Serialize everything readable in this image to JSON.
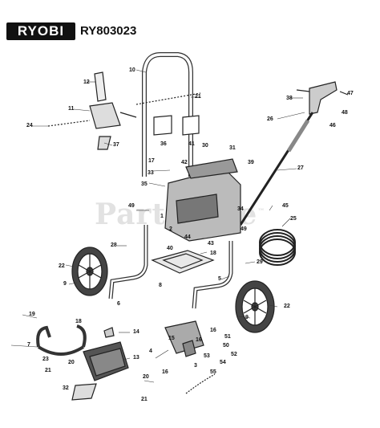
{
  "brand": "RYOBI",
  "model": "RY803023",
  "watermark": "PartsTree",
  "watermark_tm": "™",
  "parts": [
    "1",
    "2",
    "3",
    "4",
    "5",
    "6",
    "7",
    "8",
    "9",
    "10",
    "11",
    "12",
    "13",
    "14",
    "15",
    "16",
    "17",
    "18",
    "19",
    "20",
    "21",
    "22",
    "23",
    "24",
    "25",
    "26",
    "27",
    "28",
    "29",
    "30",
    "31",
    "32",
    "33",
    "34",
    "35",
    "36",
    "37",
    "38",
    "39",
    "40",
    "41",
    "42",
    "43",
    "44",
    "45",
    "46",
    "47",
    "48",
    "49",
    "50",
    "51",
    "52",
    "53",
    "54",
    "55"
  ]
}
